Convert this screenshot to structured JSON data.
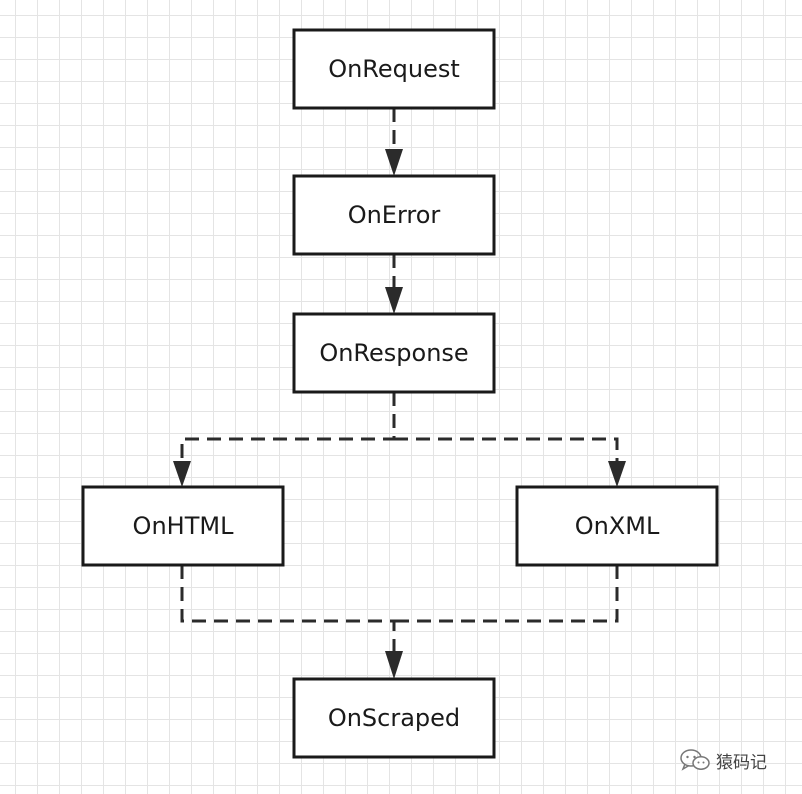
{
  "diagram": {
    "nodes": {
      "on_request": "OnRequest",
      "on_error": "OnError",
      "on_response": "OnResponse",
      "on_html": "OnHTML",
      "on_xml": "OnXML",
      "on_scraped": "OnScraped"
    }
  },
  "watermark": {
    "text": "猿码记",
    "icon": "wechat-icon"
  }
}
